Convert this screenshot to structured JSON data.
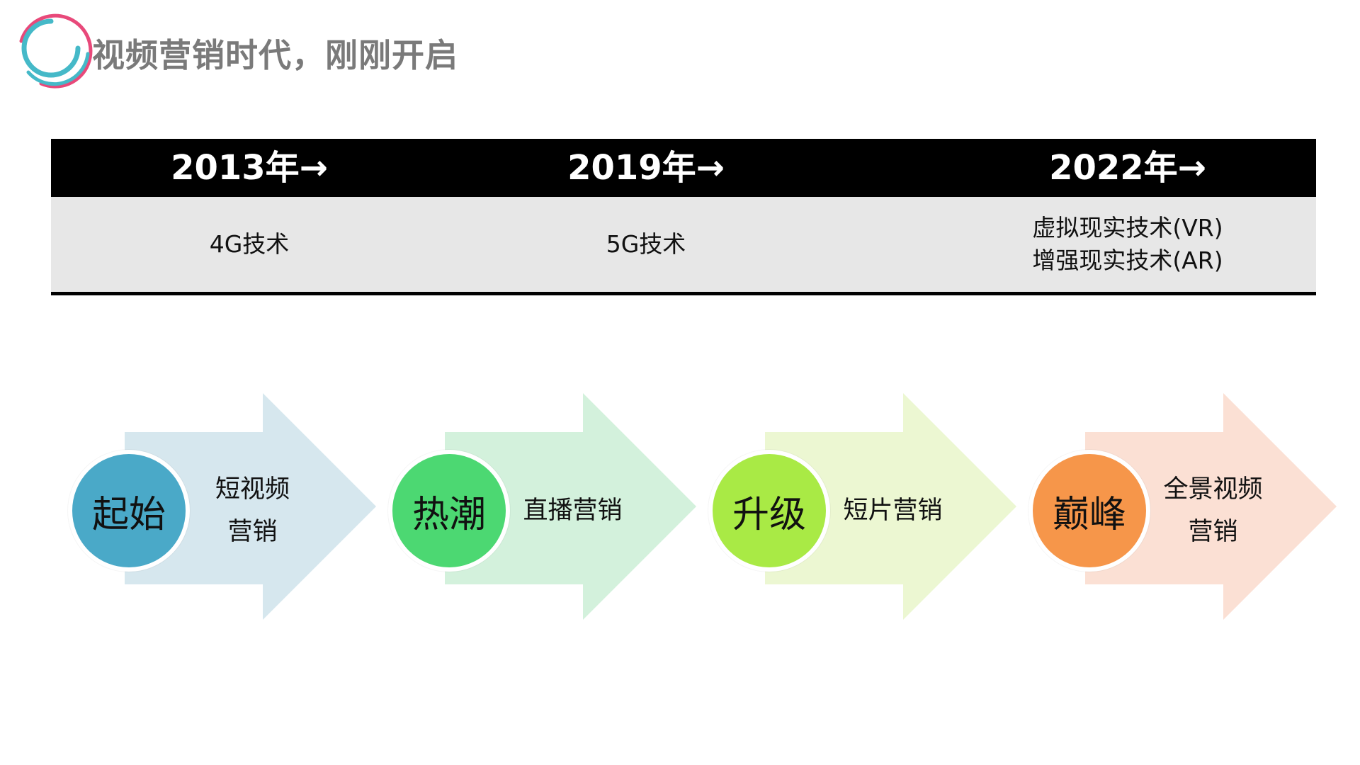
{
  "title": "视频营销时代，刚刚开启",
  "colors": {
    "logo_pink": "#e8497a",
    "logo_teal": "#45b9c8",
    "title_gray": "#7a7a7a",
    "header_bg": "#000000",
    "body_bg": "#e7e7e7"
  },
  "timeline": [
    {
      "year": "2013年→",
      "tech": [
        "4G技术"
      ]
    },
    {
      "year": "2019年→",
      "tech": [
        "5G技术"
      ]
    },
    {
      "year": "2022年→",
      "tech": [
        "虚拟现实技术(VR)",
        "增强现实技术(AR)"
      ]
    }
  ],
  "stages": [
    {
      "label": "起始",
      "desc": [
        "短视频",
        "营销"
      ],
      "circle_color": "#4aa9c8",
      "arrow_color": "#d6e7ee"
    },
    {
      "label": "热潮",
      "desc": [
        "直播营销"
      ],
      "circle_color": "#4cd872",
      "arrow_color": "#d3f1dc"
    },
    {
      "label": "升级",
      "desc": [
        "短片营销"
      ],
      "circle_color": "#a9ea45",
      "arrow_color": "#ecf7d2"
    },
    {
      "label": "巅峰",
      "desc": [
        "全景视频",
        "营销"
      ],
      "circle_color": "#f6964a",
      "arrow_color": "#fbe0d4"
    }
  ]
}
